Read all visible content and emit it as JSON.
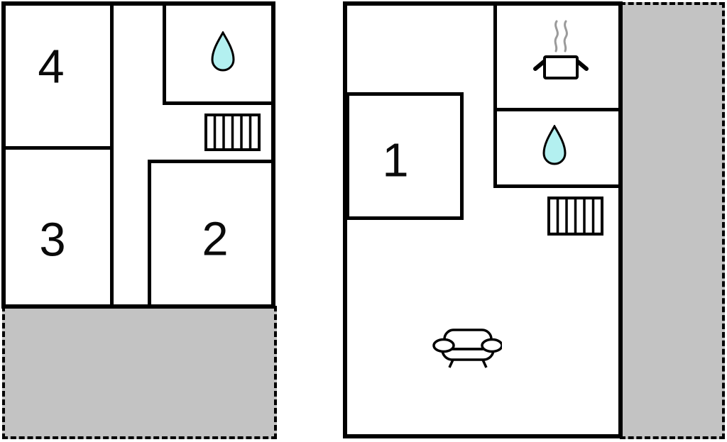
{
  "colors": {
    "wall": "#000000",
    "terrace_fill": "#c3c3c3",
    "water_fill": "#b3f0f0",
    "steam": "#9b9b9b"
  },
  "floorplan_left": {
    "rooms": [
      {
        "label": "4"
      },
      {
        "label": "3"
      },
      {
        "label": "2"
      }
    ],
    "icons": [
      "water-drop",
      "stairs"
    ],
    "terrace_position": "bottom"
  },
  "floorplan_right": {
    "rooms": [
      {
        "label": "1"
      }
    ],
    "icons": [
      "cooking-pot",
      "water-drop",
      "stairs",
      "sofa"
    ],
    "terrace_position": "right"
  }
}
